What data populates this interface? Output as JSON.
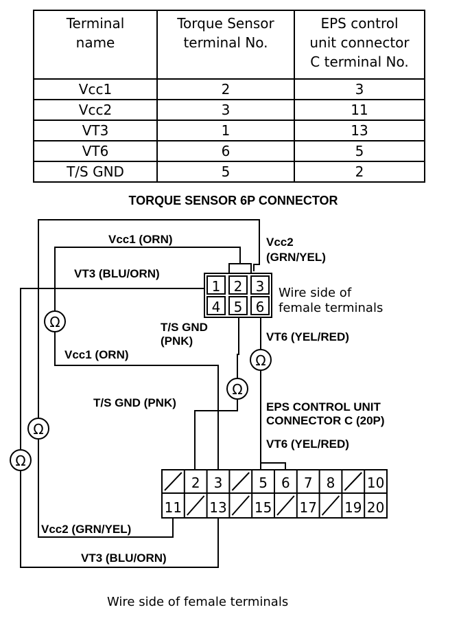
{
  "table": {
    "headers": [
      "Terminal name",
      "Torque Sensor terminal No.",
      "EPS control unit connector C terminal No."
    ],
    "header_lines": [
      [
        "Terminal",
        "name"
      ],
      [
        "Torque Sensor",
        "terminal No."
      ],
      [
        "EPS control",
        "unit connector",
        "C terminal No."
      ]
    ],
    "rows": [
      [
        "Vcc1",
        "2",
        "3"
      ],
      [
        "Vcc2",
        "3",
        "11"
      ],
      [
        "VT3",
        "1",
        "13"
      ],
      [
        "VT6",
        "6",
        "5"
      ],
      [
        "T/S GND",
        "5",
        "2"
      ]
    ]
  },
  "diagram": {
    "title": "TORQUE SENSOR 6P CONNECTOR",
    "sensor_connector": {
      "top_row": [
        "1",
        "2",
        "3"
      ],
      "bottom_row": [
        "4",
        "5",
        "6"
      ],
      "note_line1": "Wire side of",
      "note_line2": "female terminals"
    },
    "wire_labels": {
      "vcc1_top": "Vcc1 (ORN)",
      "vcc2_top_1": "Vcc2",
      "vcc2_top_2": "(GRN/YEL)",
      "vt3_top": "VT3 (BLU/ORN)",
      "tsgnd_top_1": "T/S GND",
      "tsgnd_top_2": "(PNK)",
      "vt6_top": "VT6 (YEL/RED)",
      "vcc1_mid": "Vcc1 (ORN)",
      "tsgnd_mid": "T/S GND (PNK)",
      "eps_title_1": "EPS CONTROL UNIT",
      "eps_title_2": "CONNECTOR C (20P)",
      "vt6_mid": "VT6 (YEL/RED)",
      "vcc2_bottom": "Vcc2 (GRN/YEL)",
      "vt3_bottom": "VT3 (BLU/ORN)"
    },
    "ohm_symbol": "Ω",
    "eps_connector": {
      "top_row": [
        "",
        "2",
        "3",
        "",
        "5",
        "6",
        "7",
        "8",
        "",
        "10"
      ],
      "bottom_row": [
        "11",
        "",
        "13",
        "",
        "15",
        "",
        "17",
        "",
        "19",
        "20"
      ]
    },
    "footer": "Wire side of female terminals"
  }
}
